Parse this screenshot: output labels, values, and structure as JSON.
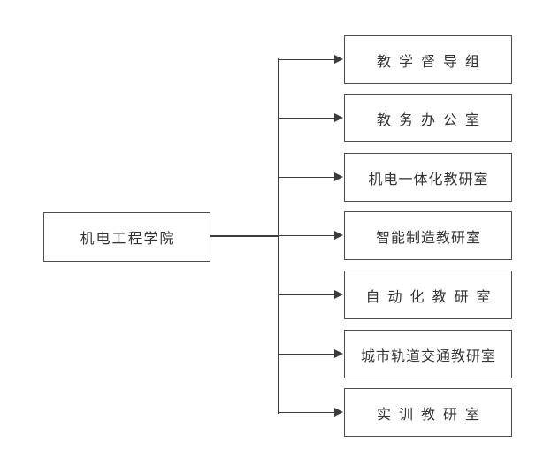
{
  "diagram": {
    "type": "org-chart",
    "root": {
      "label": "机电工程学院"
    },
    "children": [
      {
        "label": "教学督导组",
        "wide": true
      },
      {
        "label": "教务办公室",
        "wide": true
      },
      {
        "label": "机电一体化教研室",
        "wide": false
      },
      {
        "label": "智能制造教研室",
        "wide": false
      },
      {
        "label": "自动化教研室",
        "wide": true
      },
      {
        "label": "城市轨道交通教研室",
        "wide": false
      },
      {
        "label": "实训教研室",
        "wide": true
      }
    ],
    "colors": {
      "line": "#3c3c3c",
      "box_border": "#4d4d4d",
      "text": "#333333",
      "background": "#ffffff"
    }
  }
}
